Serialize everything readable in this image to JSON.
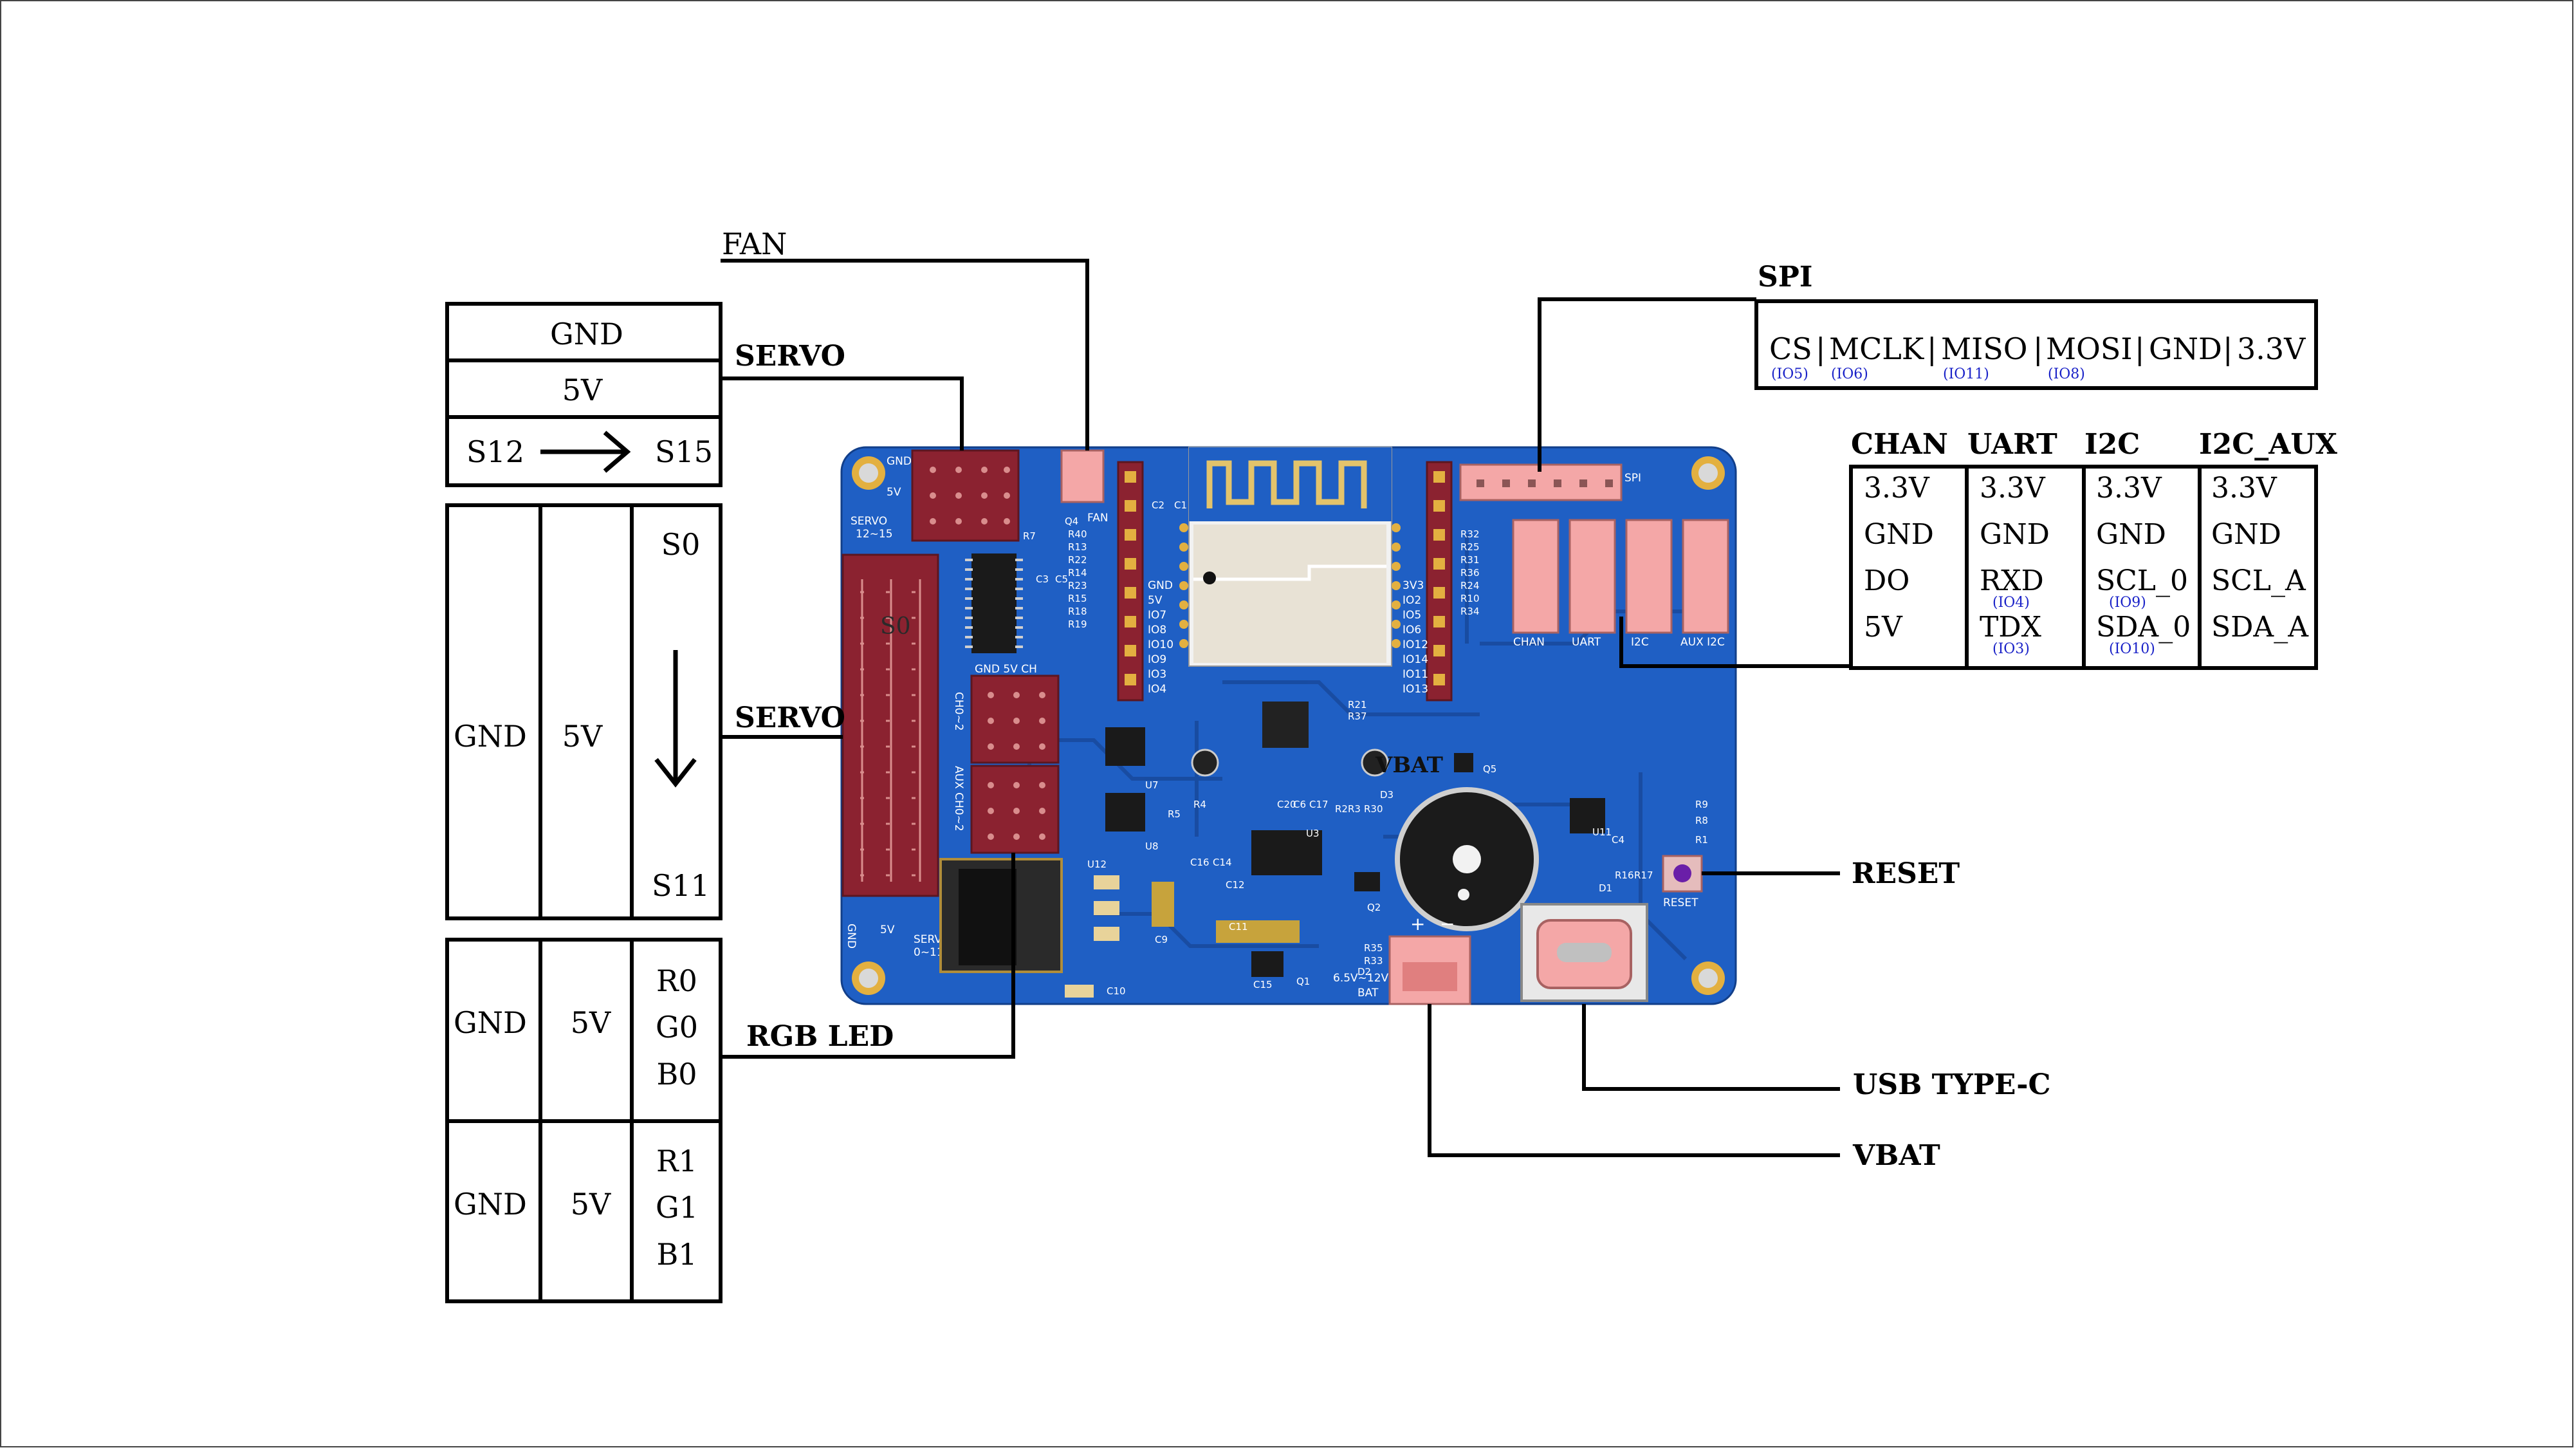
{
  "colors": {
    "pcb": "#1f5fc4",
    "pcb_dark": "#184a9e",
    "header_red": "#8b2230",
    "connector_pink": "#f4a7a7",
    "line": "#000000",
    "small_label": "#1a22c8"
  },
  "callouts": {
    "fan": "FAN",
    "servo_top": "SERVO",
    "servo_left": "SERVO",
    "rgb_led": "RGB LED",
    "spi": "SPI",
    "reset": "RESET",
    "usb_type_c": "USB TYPE-C",
    "vbat": "VBAT"
  },
  "servo_top_table": {
    "row1": "GND",
    "row2": "5V",
    "from": "S12",
    "to": "S15"
  },
  "servo_left_table": {
    "col1": "GND",
    "col2": "5V",
    "from": "S0",
    "to": "S11"
  },
  "rgb_tables": [
    {
      "col1": "GND",
      "col2": "5V",
      "pins": [
        "R0",
        "G0",
        "B0"
      ]
    },
    {
      "col1": "GND",
      "col2": "5V",
      "pins": [
        "R1",
        "G1",
        "B1"
      ]
    }
  ],
  "spi_table": {
    "pins": [
      {
        "name": "CS",
        "io": "(IO5)"
      },
      {
        "name": "MCLK",
        "io": "(IO6)"
      },
      {
        "name": "MISO",
        "io": "(IO11)"
      },
      {
        "name": "MOSI",
        "io": "(IO8)"
      },
      {
        "name": "GND",
        "io": ""
      },
      {
        "name": "3.3V",
        "io": ""
      }
    ],
    "separator": "|"
  },
  "connector_table": {
    "headers": [
      "CHAN",
      "UART",
      "I2C",
      "I2C_AUX"
    ],
    "columns": [
      [
        {
          "v": "3.3V",
          "io": ""
        },
        {
          "v": "GND",
          "io": ""
        },
        {
          "v": "DO",
          "io": ""
        },
        {
          "v": "5V",
          "io": ""
        }
      ],
      [
        {
          "v": "3.3V",
          "io": ""
        },
        {
          "v": "GND",
          "io": ""
        },
        {
          "v": "RXD",
          "io": "(IO4)"
        },
        {
          "v": "TDX",
          "io": "(IO3)"
        }
      ],
      [
        {
          "v": "3.3V",
          "io": ""
        },
        {
          "v": "GND",
          "io": ""
        },
        {
          "v": "SCL_0",
          "io": "(IO9)"
        },
        {
          "v": "SDA_0",
          "io": "(IO10)"
        }
      ],
      [
        {
          "v": "3.3V",
          "io": ""
        },
        {
          "v": "GND",
          "io": ""
        },
        {
          "v": "SCL_A",
          "io": ""
        },
        {
          "v": "SDA_A",
          "io": ""
        }
      ]
    ]
  },
  "pcb_labels": {
    "gnd": "GND",
    "v5": "5V",
    "servo": "SERVO",
    "s12_15": "12~15",
    "s0_11": "0~11",
    "s0": "S0",
    "fan": "FAN",
    "spi": "SPI",
    "chan": "CHAN",
    "uart": "UART",
    "i2c": "I2C",
    "aux_i2c": "AUX I2C",
    "reset": "RESET",
    "bat": "BAT",
    "bat_range": "6.5V~12V",
    "vbat": "VBAT",
    "ch0_2": "CH0~2",
    "aux_ch0_2": "AUX CH0~2",
    "gnd_5v_ch": "GND 5V CH",
    "left_pins": [
      "GND",
      "5V",
      "IO7",
      "IO8",
      "IO10",
      "IO9",
      "IO3",
      "IO4"
    ],
    "right_pins": [
      "3V3",
      "IO2",
      "IO5",
      "IO6",
      "IO12",
      "IO14",
      "IO11",
      "IO13"
    ],
    "parts": [
      "C2",
      "C1",
      "R40",
      "R13",
      "R22",
      "R14",
      "R23",
      "R15",
      "R18",
      "R19",
      "C3",
      "C5",
      "R7",
      "Q4",
      "R32",
      "R25",
      "R31",
      "R36",
      "R24",
      "R10",
      "R34",
      "R21",
      "R37",
      "U7",
      "U8",
      "R4",
      "R5",
      "C16",
      "C14",
      "C12",
      "U3",
      "C20",
      "C6",
      "C17",
      "D3",
      "R2",
      "R3",
      "R30",
      "C11",
      "R35",
      "R33",
      "C15",
      "Q1",
      "D2",
      "Q2",
      "U12",
      "C9",
      "C10",
      "U11",
      "R9",
      "R8",
      "R1",
      "R16",
      "R17",
      "C4",
      "D1",
      "Q5"
    ]
  }
}
